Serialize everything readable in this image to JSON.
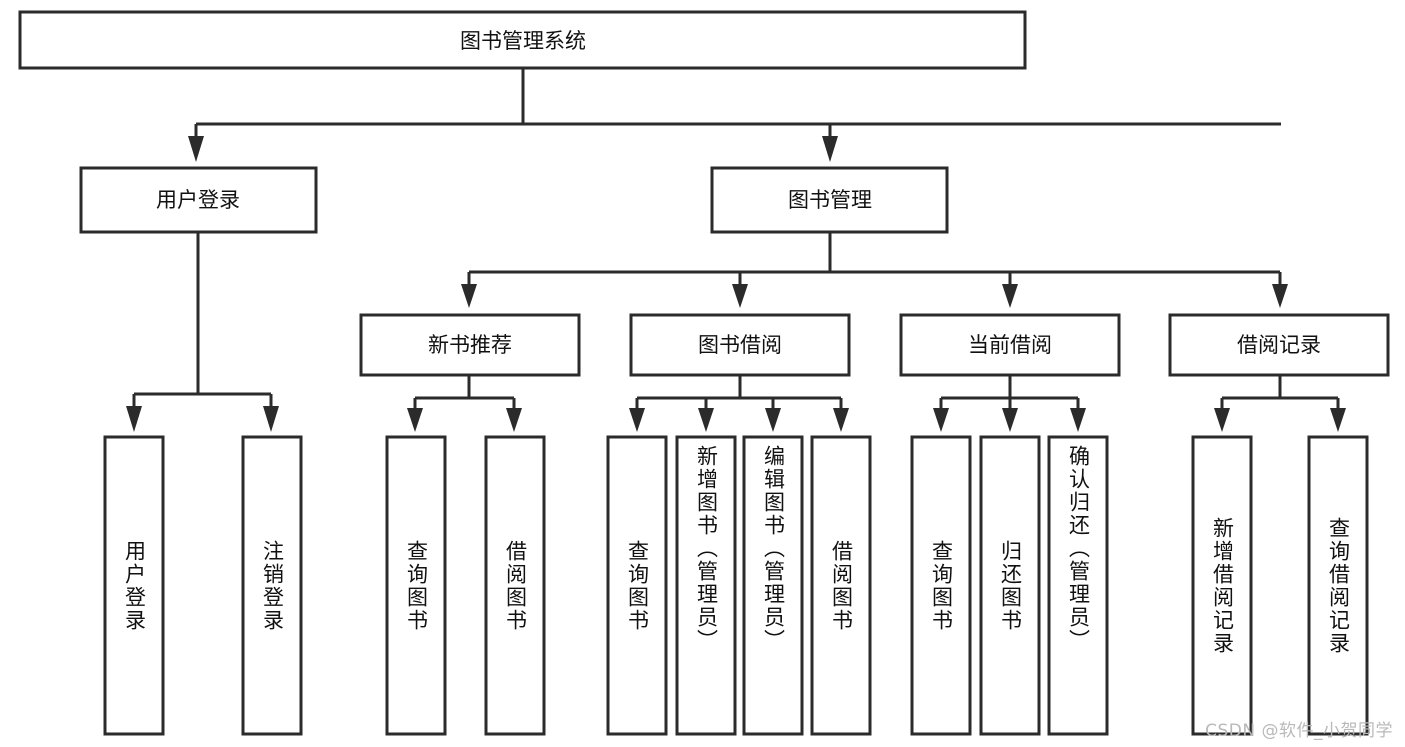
{
  "diagram": {
    "type": "tree-hierarchy-functional-structure",
    "background_color": "#ffffff",
    "stroke_color": "#2b2b2b",
    "text_color": "#111111",
    "root": {
      "id": "root",
      "label": "图书管理系统",
      "orientation": "horizontal"
    },
    "level2": [
      {
        "id": "user-login",
        "label": "用户登录",
        "orientation": "horizontal"
      },
      {
        "id": "book-manage",
        "label": "图书管理",
        "orientation": "horizontal"
      }
    ],
    "level3": [
      {
        "id": "new-book-recommend",
        "label": "新书推荐",
        "orientation": "horizontal",
        "parent": "book-manage"
      },
      {
        "id": "book-borrow",
        "label": "图书借阅",
        "orientation": "horizontal",
        "parent": "book-manage"
      },
      {
        "id": "current-borrow",
        "label": "当前借阅",
        "orientation": "horizontal",
        "parent": "book-manage"
      },
      {
        "id": "borrow-record",
        "label": "借阅记录",
        "orientation": "horizontal",
        "parent": "book-manage"
      }
    ],
    "leaves": [
      {
        "id": "leaf-user-login",
        "label": "用户登录",
        "parent": "user-login",
        "orientation": "vertical"
      },
      {
        "id": "leaf-logout-login",
        "label": "注销登录",
        "parent": "user-login",
        "orientation": "vertical"
      },
      {
        "id": "leaf-query-book-rec",
        "label": "查询图书",
        "parent": "new-book-recommend",
        "orientation": "vertical"
      },
      {
        "id": "leaf-borrow-book-rec",
        "label": "借阅图书",
        "parent": "new-book-recommend",
        "orientation": "vertical"
      },
      {
        "id": "leaf-query-book-borrow",
        "label": "查询图书",
        "parent": "book-borrow",
        "orientation": "vertical"
      },
      {
        "id": "leaf-add-book-admin",
        "label": "新增图书（管理员）",
        "parent": "book-borrow",
        "orientation": "vertical"
      },
      {
        "id": "leaf-edit-book-admin",
        "label": "编辑图书（管理员）",
        "parent": "book-borrow",
        "orientation": "vertical"
      },
      {
        "id": "leaf-borrow-book",
        "label": "借阅图书",
        "parent": "book-borrow",
        "orientation": "vertical"
      },
      {
        "id": "leaf-query-book-current",
        "label": "查询图书",
        "parent": "current-borrow",
        "orientation": "vertical"
      },
      {
        "id": "leaf-return-book",
        "label": "归还图书",
        "parent": "current-borrow",
        "orientation": "vertical"
      },
      {
        "id": "leaf-confirm-return-admin",
        "label": "确认归还（管理员）",
        "parent": "current-borrow",
        "orientation": "vertical"
      },
      {
        "id": "leaf-add-borrow-record",
        "label": "新增借阅记录",
        "parent": "borrow-record",
        "orientation": "vertical"
      },
      {
        "id": "leaf-query-borrow-record",
        "label": "查询借阅记录",
        "parent": "borrow-record",
        "orientation": "vertical"
      }
    ]
  },
  "watermark": {
    "text": "CSDN @软件_小贺同学"
  }
}
